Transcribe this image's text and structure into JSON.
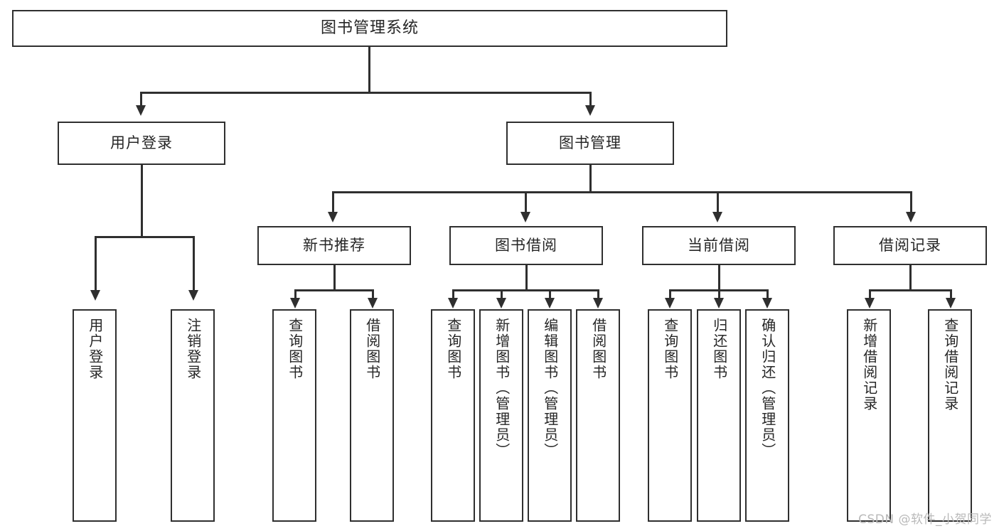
{
  "diagram": {
    "type": "tree-hierarchy",
    "title": "图书管理系统",
    "orientation": "top-down",
    "root": {
      "label": "图书管理系统"
    },
    "level2": [
      {
        "label": "用户登录"
      },
      {
        "label": "图书管理"
      }
    ],
    "level3": [
      {
        "label": "新书推荐"
      },
      {
        "label": "图书借阅"
      },
      {
        "label": "当前借阅"
      },
      {
        "label": "借阅记录"
      }
    ],
    "leaves": {
      "user_login": [
        {
          "label": "用户登录"
        },
        {
          "label": "注销登录"
        }
      ],
      "new_book_recommend": [
        {
          "label": "查询图书"
        },
        {
          "label": "借阅图书"
        }
      ],
      "book_borrow": [
        {
          "label": "查询图书"
        },
        {
          "label": "新增图书（管理员）"
        },
        {
          "label": "编辑图书（管理员）"
        },
        {
          "label": "借阅图书"
        }
      ],
      "current_borrow": [
        {
          "label": "查询图书"
        },
        {
          "label": "归还图书"
        },
        {
          "label": "确认归还（管理员）"
        }
      ],
      "borrow_record": [
        {
          "label": "新增借阅记录"
        },
        {
          "label": "查询借阅记录"
        }
      ]
    },
    "watermark": "CSDN @软件_小贺同学",
    "colors": {
      "stroke": "#2f2f2f",
      "fill": "#ffffff",
      "text": "#262626",
      "watermark": "#b9b9b9"
    }
  }
}
